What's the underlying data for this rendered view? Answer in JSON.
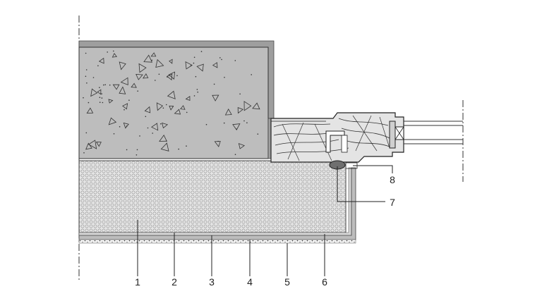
{
  "callouts": {
    "c1": "1",
    "c2": "2",
    "c3": "3",
    "c4": "4",
    "c5": "5",
    "c6": "6",
    "c7": "7",
    "c8": "8"
  },
  "colors": {
    "concrete": "#bdbdbd",
    "concrete_border": "#8f8f8f",
    "insulation": "#e2e2e2",
    "timber": "#e4e4e4",
    "line": "#222222",
    "render": "#cfcfcf"
  }
}
